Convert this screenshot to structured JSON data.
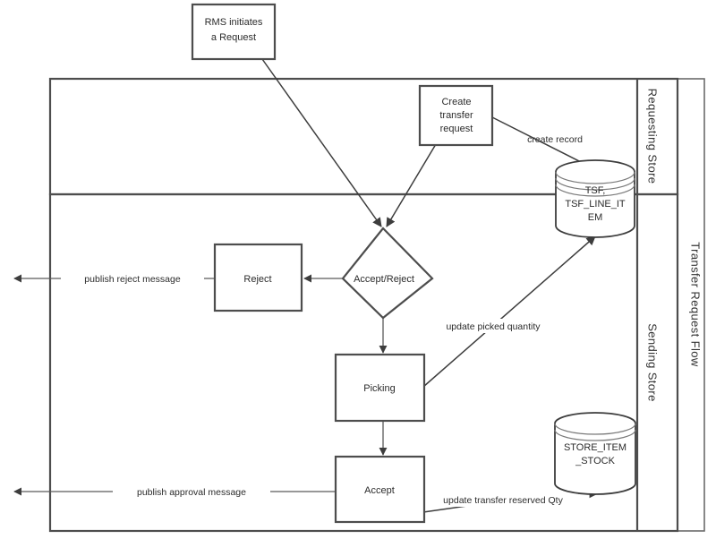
{
  "diagram": {
    "title": "Transfer Request Flow",
    "type": "swimlane-flowchart",
    "pool_label": "Transfer Request Flow",
    "lanes": [
      {
        "id": "requesting",
        "label": "Requesting Store"
      },
      {
        "id": "sending",
        "label": "Sending Store"
      }
    ],
    "nodes": [
      {
        "id": "rms-initiates",
        "label_line1": "RMS initiates",
        "label_line2": "a Request",
        "shape": "rectangle",
        "lane": "external"
      },
      {
        "id": "create-transfer-request",
        "label_line1": "Create",
        "label_line2": "transfer",
        "label_line3": "request",
        "shape": "rectangle",
        "lane": "requesting"
      },
      {
        "id": "tsf-datastore",
        "label_line1": "TSF,",
        "label_line2": "TSF_LINE_IT",
        "label_line3": "EM",
        "shape": "cylinder",
        "lane": "requesting"
      },
      {
        "id": "accept-reject",
        "label": "Accept/Reject",
        "shape": "diamond",
        "lane": "sending"
      },
      {
        "id": "reject",
        "label": "Reject",
        "shape": "rectangle",
        "lane": "sending"
      },
      {
        "id": "picking",
        "label": "Picking",
        "shape": "rectangle",
        "lane": "sending"
      },
      {
        "id": "accept",
        "label": "Accept",
        "shape": "rectangle",
        "lane": "sending"
      },
      {
        "id": "store-item-stock",
        "label_line1": "STORE_ITEM",
        "label_line2": "_STOCK",
        "shape": "cylinder",
        "lane": "sending"
      }
    ],
    "edges": [
      {
        "id": "rms-to-decision",
        "from": "rms-initiates",
        "to": "accept-reject",
        "label": ""
      },
      {
        "id": "create-to-decision",
        "from": "create-transfer-request",
        "to": "accept-reject",
        "label": ""
      },
      {
        "id": "create-to-tsf",
        "from": "create-transfer-request",
        "to": "tsf-datastore",
        "label": "create record"
      },
      {
        "id": "decision-to-reject",
        "from": "accept-reject",
        "to": "reject",
        "label": ""
      },
      {
        "id": "reject-to-out",
        "from": "reject",
        "to": "external-left",
        "label": "publish reject message"
      },
      {
        "id": "decision-to-picking",
        "from": "accept-reject",
        "to": "picking",
        "label": ""
      },
      {
        "id": "picking-to-tsf",
        "from": "picking",
        "to": "tsf-datastore",
        "label": "update picked quantity"
      },
      {
        "id": "picking-to-accept",
        "from": "picking",
        "to": "accept",
        "label": ""
      },
      {
        "id": "accept-to-out",
        "from": "accept",
        "to": "external-left",
        "label": "publish approval message"
      },
      {
        "id": "accept-to-stock",
        "from": "accept",
        "to": "store-item-stock",
        "label": "update transfer reserved Qty"
      }
    ],
    "colors": {
      "background": "#ffffff",
      "node_stroke": "#4d4d4d",
      "node_fill": "#ffffff",
      "edge_stroke": "#5a5a5a",
      "text": "#2b2b2b",
      "lane_stroke": "#4d4d4d"
    }
  }
}
